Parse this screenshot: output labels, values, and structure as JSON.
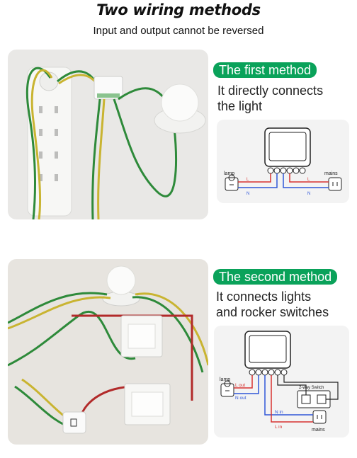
{
  "header": {
    "title": "Two wiring methods",
    "subtitle": "Input and output cannot be reversed"
  },
  "method1": {
    "badge": "The first method",
    "description_line1": "It directly connects",
    "description_line2": "the light",
    "diagram": {
      "lamp_label": "lamp",
      "mains_label": "mains",
      "wire_l": "L",
      "wire_n": "N"
    }
  },
  "method2": {
    "badge": "The second method",
    "description_line1": "It connects lights",
    "description_line2": "and rocker switches",
    "diagram": {
      "lamp_label": "lamp",
      "l_out": "L out",
      "n_out": "N out",
      "n_in": "N in",
      "l_in": "L in",
      "switch_label": "2-way Switch",
      "mains_label": "mains"
    }
  },
  "colors": {
    "badge_green": "#0aa25a",
    "wire_red": "#d8312f",
    "wire_blue": "#2f56d8"
  }
}
